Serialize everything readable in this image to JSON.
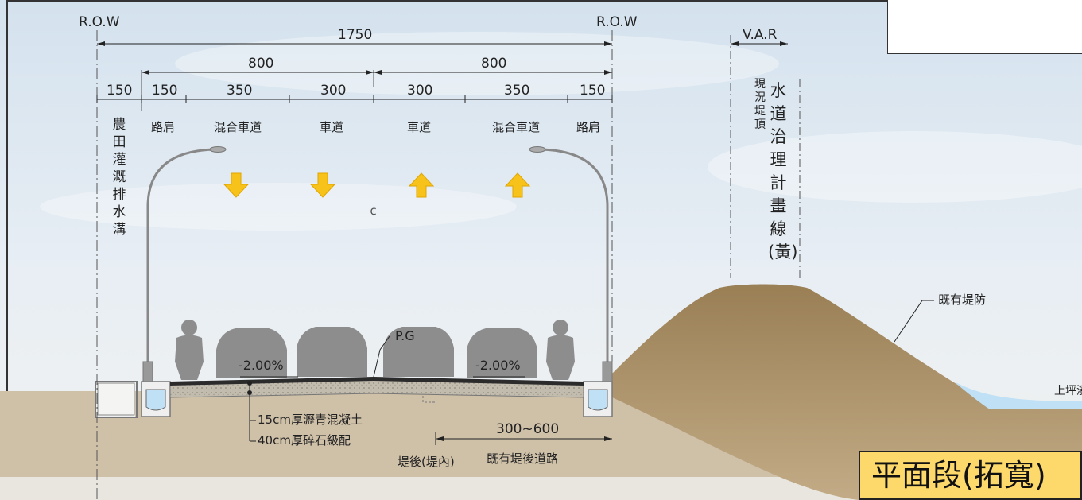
{
  "row_label_left": "R.O.W",
  "row_label_right": "R.O.W",
  "var_label": "V.A.R",
  "total_width": "1750",
  "half_width_left": "800",
  "half_width_right": "800",
  "segments": [
    {
      "width": "150",
      "label": "農田灌溉排水溝"
    },
    {
      "width": "150",
      "label": "路肩"
    },
    {
      "width": "350",
      "label": "混合車道"
    },
    {
      "width": "300",
      "label": "車道"
    },
    {
      "width": "300",
      "label": "車道"
    },
    {
      "width": "350",
      "label": "混合車道"
    },
    {
      "width": "150",
      "label": "路肩"
    }
  ],
  "existing_crest_label": "現況堤頂",
  "river_plan_line_label": "水道治理計畫線(黃)",
  "centerline_symbol": "¢",
  "profile_grade_label": "P.G",
  "cross_slope_left": "-2.00%",
  "cross_slope_right": "-2.00%",
  "pavement_layers": [
    "15cm厚瀝青混凝土",
    "40cm厚碎石級配"
  ],
  "existing_levee_label": "既有堤防",
  "existing_road_width": "300~600",
  "existing_road_label": "既有堤後道路",
  "landward_label": "堤後(堤內)",
  "river_label": "上坪溪",
  "section_title": "平面段(拓寬)",
  "colors": {
    "sky": "#dfe9f2",
    "levee": "#a88d63",
    "ground": "#c4b298",
    "asphalt": "#2b2b2b",
    "gravel": "#bdb6a8",
    "water": "#bfe0f5",
    "arrow": "#f7c21a",
    "vehicle": "#8d8d8d",
    "title_bg": "#fdd96c"
  },
  "lane_arrows": [
    "down",
    "down",
    "up",
    "up"
  ],
  "icons": [
    "street-lamp-icon",
    "motorcycle-icon",
    "car-icon",
    "direction-arrow-icon"
  ]
}
